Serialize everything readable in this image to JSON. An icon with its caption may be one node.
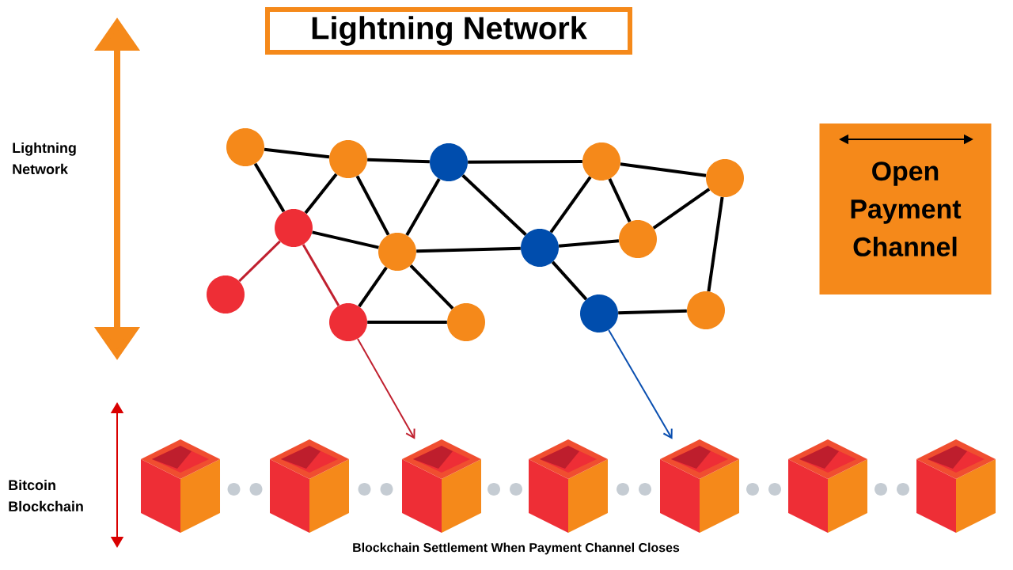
{
  "diagram": {
    "title": "Lightning Network",
    "caption": "Blockchain Settlement When Payment Channel Closes",
    "nodes": [
      {
        "text": [],
        "shape": "circle"
      },
      {
        "text": [],
        "shape": "circle"
      },
      {
        "text": [],
        "shape": "circle"
      },
      {
        "text": [],
        "shape": "circle"
      },
      {
        "text": [],
        "shape": "circle"
      },
      {
        "text": [],
        "shape": "circle"
      },
      {
        "text": [],
        "shape": "circle"
      },
      {
        "text": [],
        "shape": "circle"
      },
      {
        "text": [],
        "shape": "circle"
      },
      {
        "text": [],
        "shape": "circle"
      },
      {
        "text": [],
        "shape": "circle"
      },
      {
        "text": [],
        "shape": "circle"
      },
      {
        "text": [],
        "shape": "circle"
      },
      {
        "text": [],
        "shape": "circle"
      },
      {
        "text": [],
        "shape": "cube"
      },
      {
        "text": [],
        "shape": "cube"
      },
      {
        "text": [],
        "shape": "cube"
      },
      {
        "text": [],
        "shape": "cube"
      },
      {
        "text": [],
        "shape": "cube"
      },
      {
        "text": [],
        "shape": "cube"
      },
      {
        "text": [],
        "shape": "cube"
      },
      {
        "text": [
          "Open Payment Channel"
        ]
      }
    ],
    "edges": [
      {
        "from": 0,
        "to": 1,
        "arrow": "none"
      },
      {
        "from": 0,
        "to": 5,
        "arrow": "none"
      },
      {
        "from": 1,
        "to": 2,
        "arrow": "none"
      },
      {
        "from": 1,
        "to": 5,
        "arrow": "none"
      },
      {
        "from": 1,
        "to": 7,
        "arrow": "none"
      },
      {
        "from": 2,
        "to": 3,
        "arrow": "none"
      },
      {
        "from": 2,
        "to": 7,
        "arrow": "none"
      },
      {
        "from": 2,
        "to": 8,
        "arrow": "none"
      },
      {
        "from": 3,
        "to": 4,
        "arrow": "none"
      },
      {
        "from": 3,
        "to": 8,
        "arrow": "none"
      },
      {
        "from": 3,
        "to": 6,
        "arrow": "none"
      },
      {
        "from": 4,
        "to": 6,
        "arrow": "none"
      },
      {
        "from": 4,
        "to": 13,
        "arrow": "none"
      },
      {
        "from": 5,
        "to": 7,
        "arrow": "none"
      },
      {
        "from": 5,
        "to": 9,
        "arrow": "none",
        "color": "#c0202f"
      },
      {
        "from": 5,
        "to": 10,
        "arrow": "none",
        "color": "#c0202f"
      },
      {
        "from": 7,
        "to": 8,
        "arrow": "none"
      },
      {
        "from": 7,
        "to": 10,
        "arrow": "none"
      },
      {
        "from": 7,
        "to": 11,
        "arrow": "none"
      },
      {
        "from": 8,
        "to": 6,
        "arrow": "none"
      },
      {
        "from": 8,
        "to": 12,
        "arrow": "none"
      },
      {
        "from": 10,
        "to": 11,
        "arrow": "none"
      },
      {
        "from": 12,
        "to": 13,
        "arrow": "none"
      },
      {
        "from": 10,
        "to": 16,
        "arrow": "to",
        "color": "#c0202f"
      },
      {
        "from": 12,
        "to": 18,
        "arrow": "to",
        "color": "#0a4fb0"
      }
    ],
    "labels": [
      "Lightning Network",
      "Bitcoin Blockchain"
    ]
  }
}
